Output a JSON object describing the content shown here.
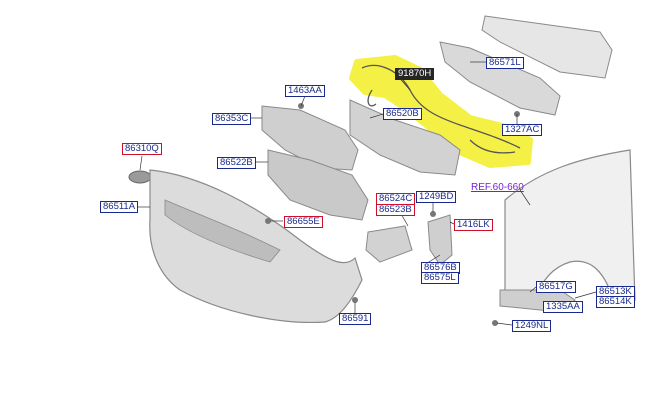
{
  "diagram": {
    "callouts": [
      {
        "id": "91870h",
        "text": "91870H",
        "style": "dark"
      },
      {
        "id": "86571l",
        "text": "86571L",
        "style": "blue"
      },
      {
        "id": "1463aa",
        "text": "1463AA",
        "style": "blue"
      },
      {
        "id": "86353c",
        "text": "86353C",
        "style": "blue"
      },
      {
        "id": "86520b",
        "text": "86520B",
        "style": "blue"
      },
      {
        "id": "1327ac",
        "text": "1327AC",
        "style": "blue"
      },
      {
        "id": "86310q",
        "text": "86310Q",
        "style": "red"
      },
      {
        "id": "86522b",
        "text": "86522B",
        "style": "blue"
      },
      {
        "id": "ref-60-660",
        "text": "REF.60-660",
        "style": "ref"
      },
      {
        "id": "86511a",
        "text": "86511A",
        "style": "blue"
      },
      {
        "id": "86524c",
        "text": "86524C",
        "style": "red"
      },
      {
        "id": "86523b",
        "text": "86523B",
        "style": "red"
      },
      {
        "id": "1249bd",
        "text": "1249BD",
        "style": "blue"
      },
      {
        "id": "86655e",
        "text": "86655E",
        "style": "red"
      },
      {
        "id": "1416lk",
        "text": "1416LK",
        "style": "red"
      },
      {
        "id": "86576b",
        "text": "86576B",
        "style": "blue"
      },
      {
        "id": "86575l",
        "text": "86575L",
        "style": "blue"
      },
      {
        "id": "86517g",
        "text": "86517G",
        "style": "blue"
      },
      {
        "id": "86513k",
        "text": "86513K",
        "style": "blue"
      },
      {
        "id": "86514k",
        "text": "86514K",
        "style": "blue"
      },
      {
        "id": "1335aa",
        "text": "1335AA",
        "style": "blue"
      },
      {
        "id": "86591",
        "text": "86591",
        "style": "blue"
      },
      {
        "id": "1249nl",
        "text": "1249NL",
        "style": "blue"
      }
    ],
    "colors": {
      "label_border": "#1a2a8c",
      "highlight_border": "#d0102a",
      "reference": "#7a1fd0",
      "harness_highlight": "#f5f03c",
      "part_fill": "#d6d6d6",
      "part_stroke": "#8a8a8a"
    }
  }
}
